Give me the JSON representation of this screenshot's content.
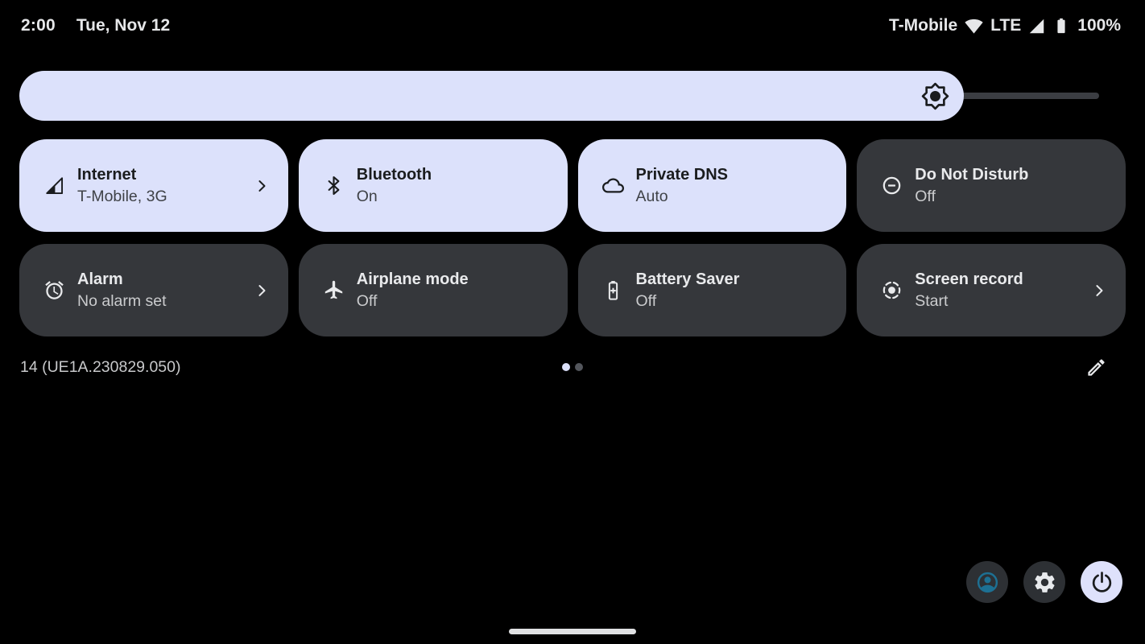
{
  "status_bar": {
    "time": "2:00",
    "date": "Tue, Nov 12",
    "carrier": "T-Mobile",
    "network_type": "LTE",
    "battery_percent": "100%",
    "icons": [
      "wifi-icon",
      "cellular-signal-icon",
      "battery-icon"
    ]
  },
  "brightness_slider": {
    "level_percent": 87.5,
    "icon": "brightness-icon"
  },
  "quick_tiles": [
    {
      "label": "Internet",
      "status": "T-Mobile, 3G",
      "icon": "signal-strength-icon",
      "active": true,
      "chevron": true
    },
    {
      "label": "Bluetooth",
      "status": "On",
      "icon": "bluetooth-icon",
      "active": true,
      "chevron": false
    },
    {
      "label": "Private DNS",
      "status": "Auto",
      "icon": "cloud-icon",
      "active": true,
      "chevron": false
    },
    {
      "label": "Do Not Disturb",
      "status": "Off",
      "icon": "do-not-disturb-icon",
      "active": false,
      "chevron": false
    },
    {
      "label": "Alarm",
      "status": "No alarm set",
      "icon": "alarm-icon",
      "active": false,
      "chevron": true
    },
    {
      "label": "Airplane mode",
      "status": "Off",
      "icon": "airplane-icon",
      "active": false,
      "chevron": false
    },
    {
      "label": "Battery Saver",
      "status": "Off",
      "icon": "battery-saver-icon",
      "active": false,
      "chevron": false
    },
    {
      "label": "Screen record",
      "status": "Start",
      "icon": "screen-record-icon",
      "active": false,
      "chevron": true
    }
  ],
  "footer": {
    "build_number": "14 (UE1A.230829.050)",
    "page_dots": {
      "count": 2,
      "active_index": 0
    },
    "edit_icon": "pencil-icon"
  },
  "bottom_buttons": [
    {
      "id": "user-switcher",
      "icon": "avatar-icon"
    },
    {
      "id": "settings",
      "icon": "gear-icon"
    },
    {
      "id": "power",
      "icon": "power-icon"
    }
  ],
  "colors": {
    "background": "#000000",
    "tile_active_bg": "#dce1fb",
    "tile_inactive_bg": "#35373b",
    "status_text": "#e6e7e9",
    "slider_track": "#3b3d42",
    "power_button_bg": "#dee1fb",
    "avatar_accent": "#1d7093"
  }
}
